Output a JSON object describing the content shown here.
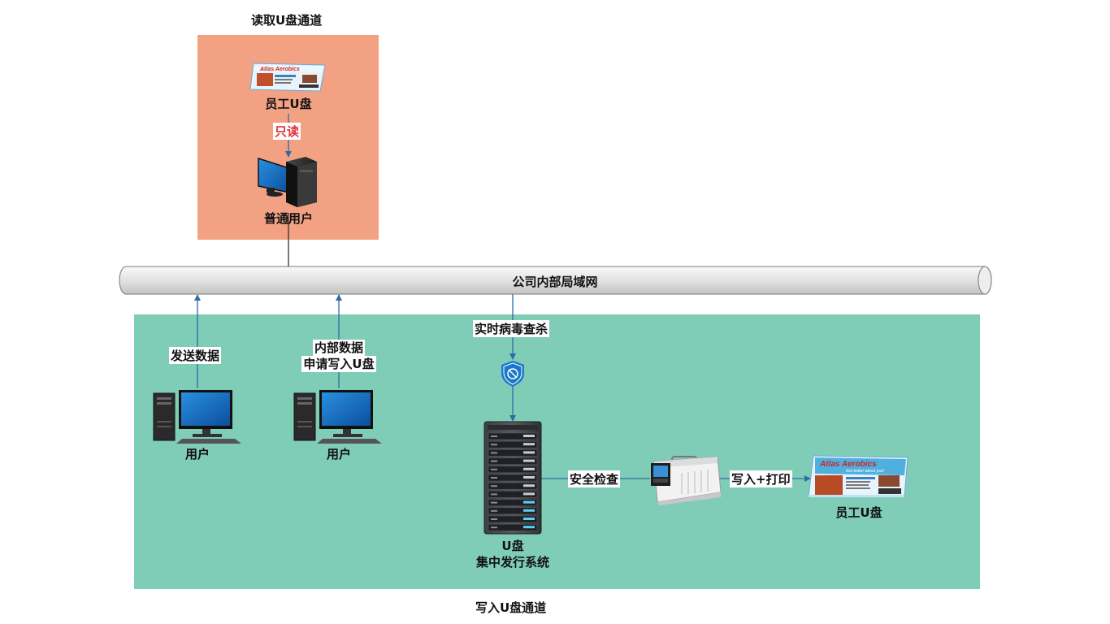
{
  "read_channel": {
    "title": "读取U盘通道",
    "usb_label": "员工U盘",
    "edge_label": "只读",
    "pc_label": "普通用户",
    "card_brand": "Atlas Aerobics"
  },
  "network": {
    "label": "公司内部局域网"
  },
  "write_channel": {
    "title": "写入U盘通道",
    "user1": {
      "label": "用户",
      "edge_label": "发送数据"
    },
    "user2": {
      "label": "用户",
      "edge_label_line1": "内部数据",
      "edge_label_line2": "申请写入U盘"
    },
    "antivirus_label": "实时病毒查杀",
    "server_label_line1": "U盘",
    "server_label_line2": "集中发行系统",
    "security_label": "安全检查",
    "print_label": "写入+打印",
    "usb_label": "员工U盘",
    "card_brand": "Atlas Aerobics",
    "card_tagline": "feel better about you!"
  },
  "colors": {
    "read_zone": "#f2a283",
    "write_zone": "#7fcdb6",
    "arrow": "#2e6da4",
    "edge_text_red": "#e0303a"
  }
}
